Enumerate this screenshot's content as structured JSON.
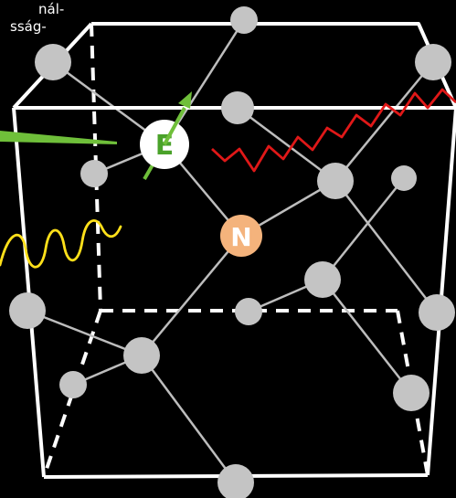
{
  "text_fragments": [
    "nál-",
    "sság-"
  ],
  "markers": {
    "electron": {
      "label": "E",
      "fill": "#ffffff",
      "text_color": "#4aa22a"
    },
    "nitrogen": {
      "label": "N",
      "fill": "#f4b37c",
      "text_color": "#ffffff"
    }
  },
  "colors": {
    "background": "#000000",
    "cube_edges": "#ffffff",
    "bonds": "#bdbdbd",
    "atoms": "#c4c4c4",
    "spin_arrow": "#6fbf3a",
    "green_beam": "#6fbf3a",
    "yellow_wave": "#ffe01a",
    "red_wave": "#e01818"
  }
}
